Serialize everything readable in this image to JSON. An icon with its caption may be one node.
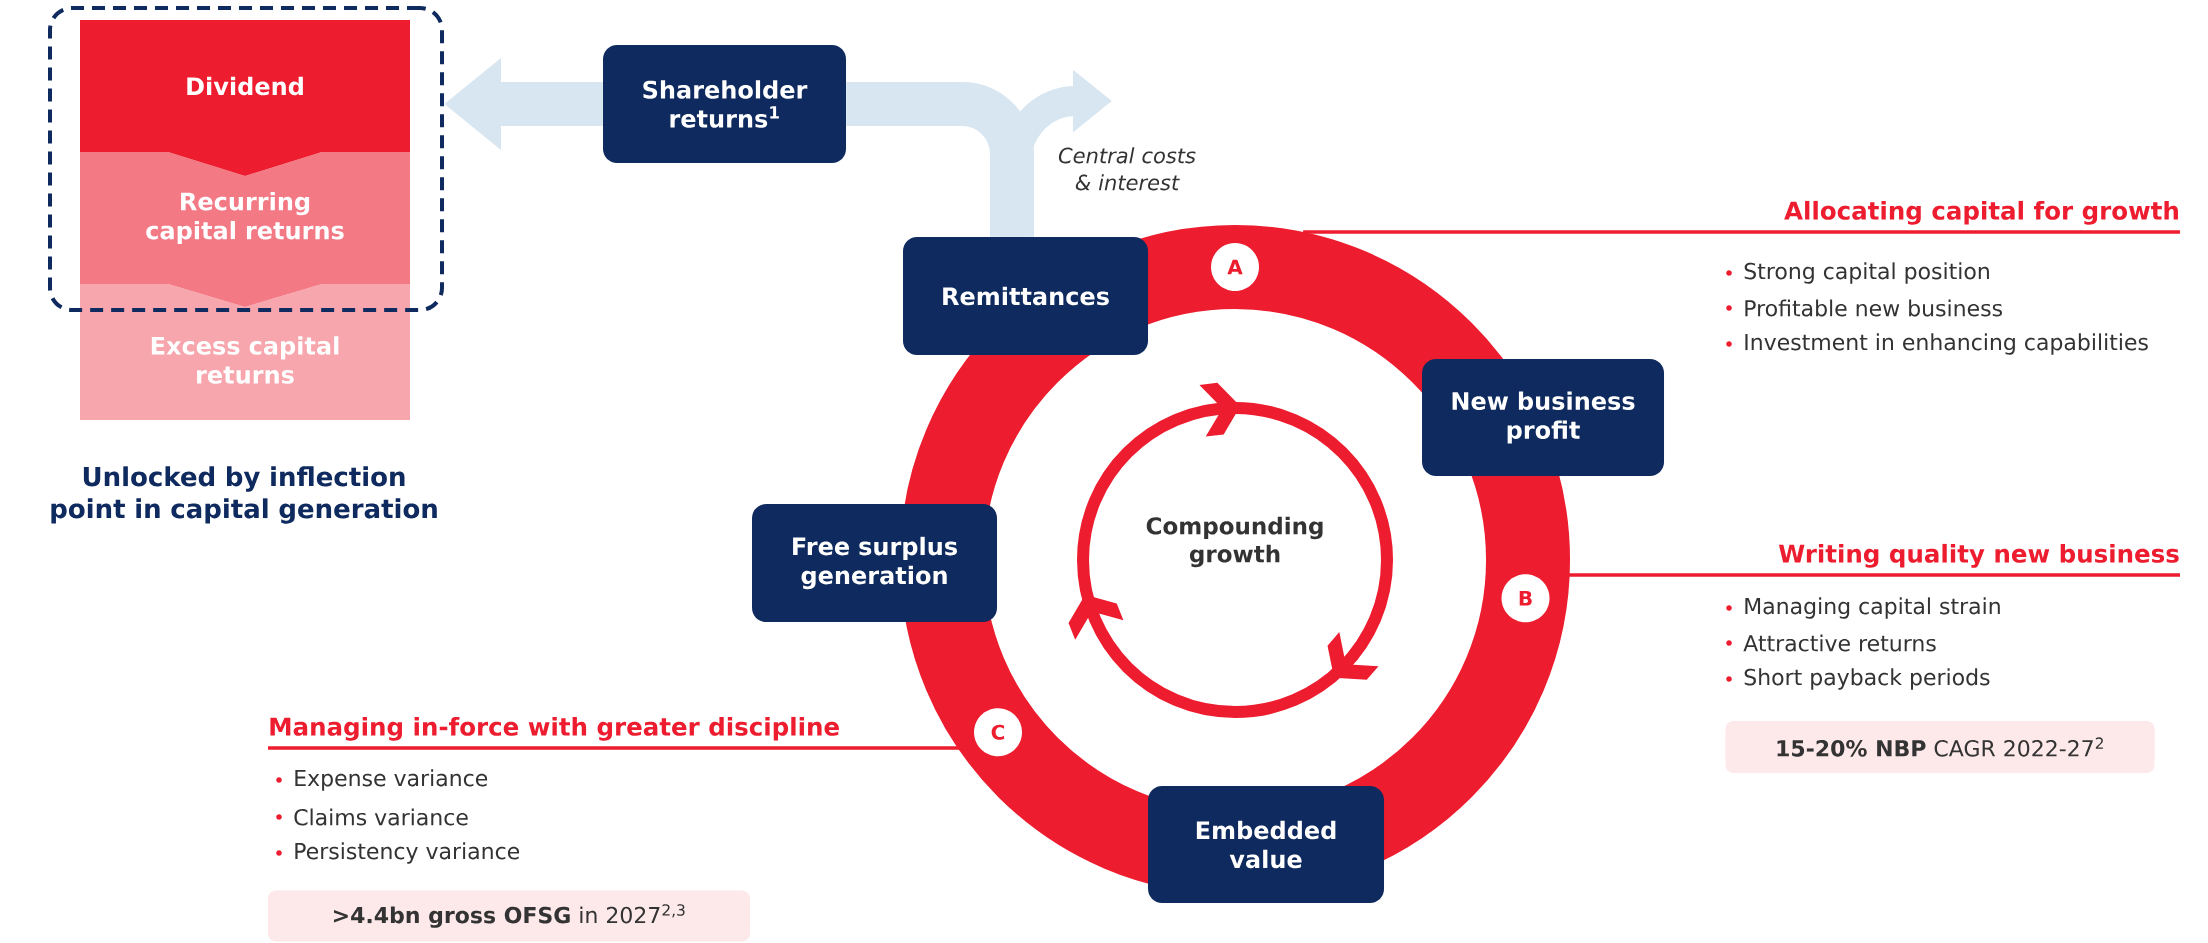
{
  "diagram": {
    "nodes": [
      {
        "text": [],
        "shape": "box"
      },
      {
        "text": [
          "Dividend"
        ],
        "in": 0
      },
      {
        "text": [
          "Recurring capital returns"
        ],
        "in": 0
      },
      {
        "text": [
          "Excess capital returns"
        ]
      },
      {
        "text": [
          "Shareholder returns$^{1}$"
        ]
      },
      {
        "text": [
          "Central costs & interest"
        ]
      },
      {
        "text": [
          "Remittances"
        ]
      },
      {
        "text": [
          "A"
        ]
      },
      {
        "text": [
          "New business profit"
        ]
      },
      {
        "text": [
          "B"
        ]
      },
      {
        "text": [
          "Free surplus generation"
        ]
      },
      {
        "text": [
          "C"
        ]
      },
      {
        "text": [
          "Embedded value"
        ]
      },
      {
        "text": [
          "Allocating capital for growth"
        ]
      },
      {
        "text": [
          "Writing quality new business"
        ]
      },
      {
        "text": [
          "**15-20% NBP** CAGR 2022-27$^{2}$"
        ]
      },
      {
        "text": [
          "Managing in-force with greater discipline"
        ]
      },
      {
        "text": [
          "**>4.4bn gross OFSG** in 2027$^{2,3}$"
        ]
      }
    ],
    "edges": [
      {
        "from": 6,
        "to": 4,
        "arrow": "none",
        "style": "thick",
        "color": "#d7e6f1"
      },
      {
        "from": 4,
        "to": 0,
        "arrow": "to",
        "style": "thick",
        "color": "#d7e6f1"
      },
      {
        "from": 6,
        "to": 5,
        "arrow": "to",
        "style": "thick",
        "color": "#d7e6f1"
      },
      {
        "from": 13,
        "to": null,
        "arrow": "none",
        "color": "#ed1c2e"
      },
      {
        "from": 14,
        "to": 9,
        "arrow": "none",
        "color": "#ed1c2e"
      },
      {
        "from": 16,
        "to": 11,
        "arrow": "none",
        "color": "#ed1c2e"
      }
    ],
    "labels": [
      "Compounding growth",
      "Strong capital position",
      "Profitable new business",
      "Investment in enhancing capabilities",
      "Managing capital strain",
      "Attractive returns",
      "Short payback periods",
      "Expense variance",
      "Claims variance",
      "Persistency variance",
      "Unlocked by inflection point in capital generation"
    ]
  }
}
